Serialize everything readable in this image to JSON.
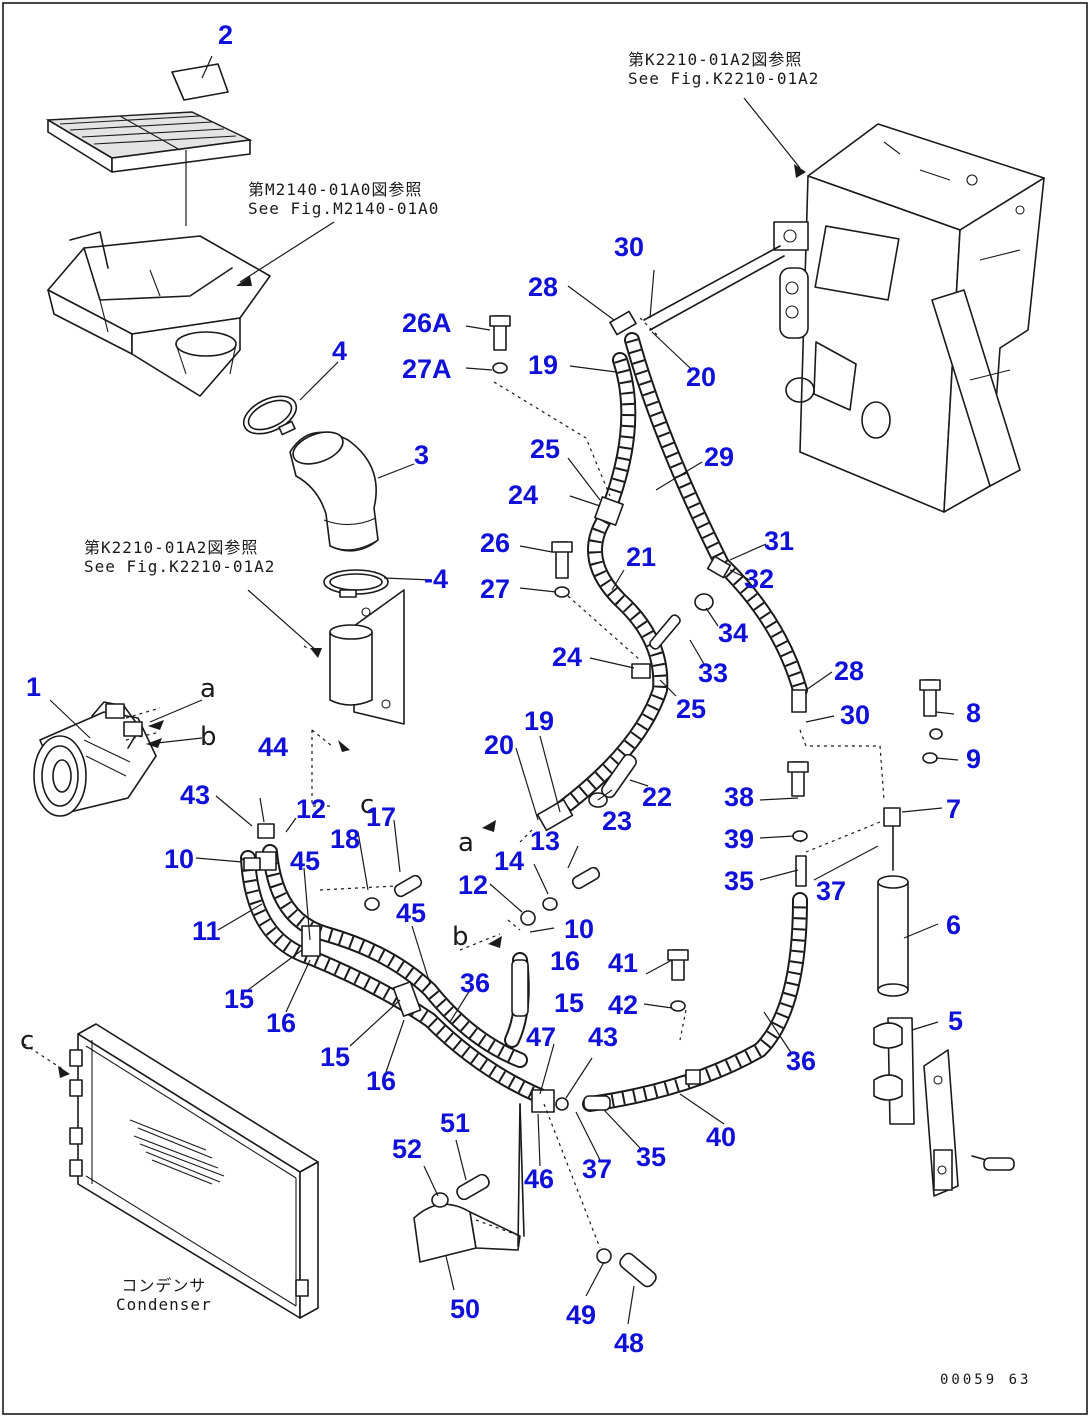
{
  "drawing_code": "00059 63",
  "notes": {
    "top_right": [
      "第K2210-01A2図参照",
      "See Fig.K2210-01A2"
    ],
    "top_left": [
      "第M2140-01A0図参照",
      "See Fig.M2140-01A0"
    ],
    "middle_left": [
      "第K2210-01A2図参照",
      "See Fig.K2210-01A2"
    ],
    "condenser": [
      "コンデンサ",
      "Condenser"
    ]
  },
  "connection_letters": [
    "a",
    "b",
    "c"
  ],
  "part_labels": [
    "1",
    "2",
    "3",
    "4",
    "-4",
    "5",
    "6",
    "7",
    "8",
    "9",
    "10",
    "10",
    "11",
    "12",
    "12",
    "13",
    "14",
    "15",
    "15",
    "15",
    "16",
    "16",
    "16",
    "17",
    "18",
    "19",
    "19",
    "20",
    "20",
    "21",
    "22",
    "23",
    "24",
    "24",
    "25",
    "25",
    "26",
    "26A",
    "27",
    "27A",
    "28",
    "28",
    "29",
    "30",
    "30",
    "31",
    "32",
    "33",
    "34",
    "35",
    "35",
    "36",
    "36",
    "37",
    "37",
    "38",
    "39",
    "40",
    "41",
    "42",
    "43",
    "43",
    "44",
    "45",
    "45",
    "46",
    "47",
    "48",
    "49",
    "50",
    "51",
    "52"
  ]
}
